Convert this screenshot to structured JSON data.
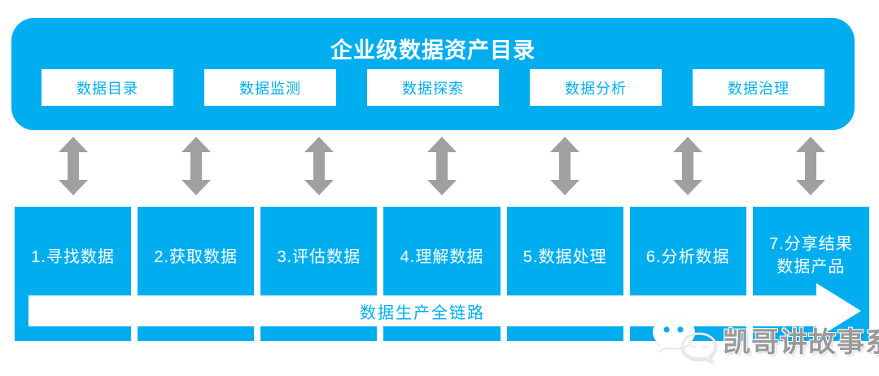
{
  "colors": {
    "brand_blue": "#00AEEF",
    "arrow_gray": "#A0A0A0",
    "watermark_gray": "#9A9A9A",
    "background": "#FFFFFF"
  },
  "header": {
    "title": "企业级数据资产目录",
    "tabs": [
      {
        "label": "数据目录"
      },
      {
        "label": "数据监测"
      },
      {
        "label": "数据探索"
      },
      {
        "label": "数据分析"
      },
      {
        "label": "数据治理"
      }
    ]
  },
  "flow": {
    "steps": [
      {
        "label": "1.寻找数据"
      },
      {
        "label": "2.获取数据"
      },
      {
        "label": "3.评估数据"
      },
      {
        "label": "4.理解数据"
      },
      {
        "label": "5.数据处理"
      },
      {
        "label": "6.分析数据"
      },
      {
        "label": "7.分享结果",
        "label2": "数据产品"
      }
    ],
    "band_label": "数据生产全链路"
  },
  "watermark": {
    "text": "凯哥讲故事系列",
    "icon": "wechat-icon"
  }
}
